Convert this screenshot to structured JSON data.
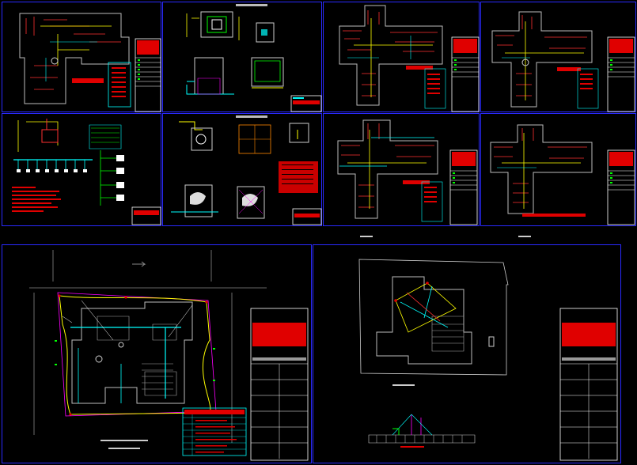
{
  "colors": {
    "sheet_border": "#2a2aff",
    "background": "#000000",
    "accent_red": "#e00000",
    "accent_yellow": "#ffff00",
    "accent_cyan": "#00ffff",
    "accent_green": "#00ff00",
    "accent_magenta": "#ff00ff"
  },
  "sheets": {
    "top_row_count": 4,
    "middle_row_count": 4,
    "bottom_count": 2
  }
}
